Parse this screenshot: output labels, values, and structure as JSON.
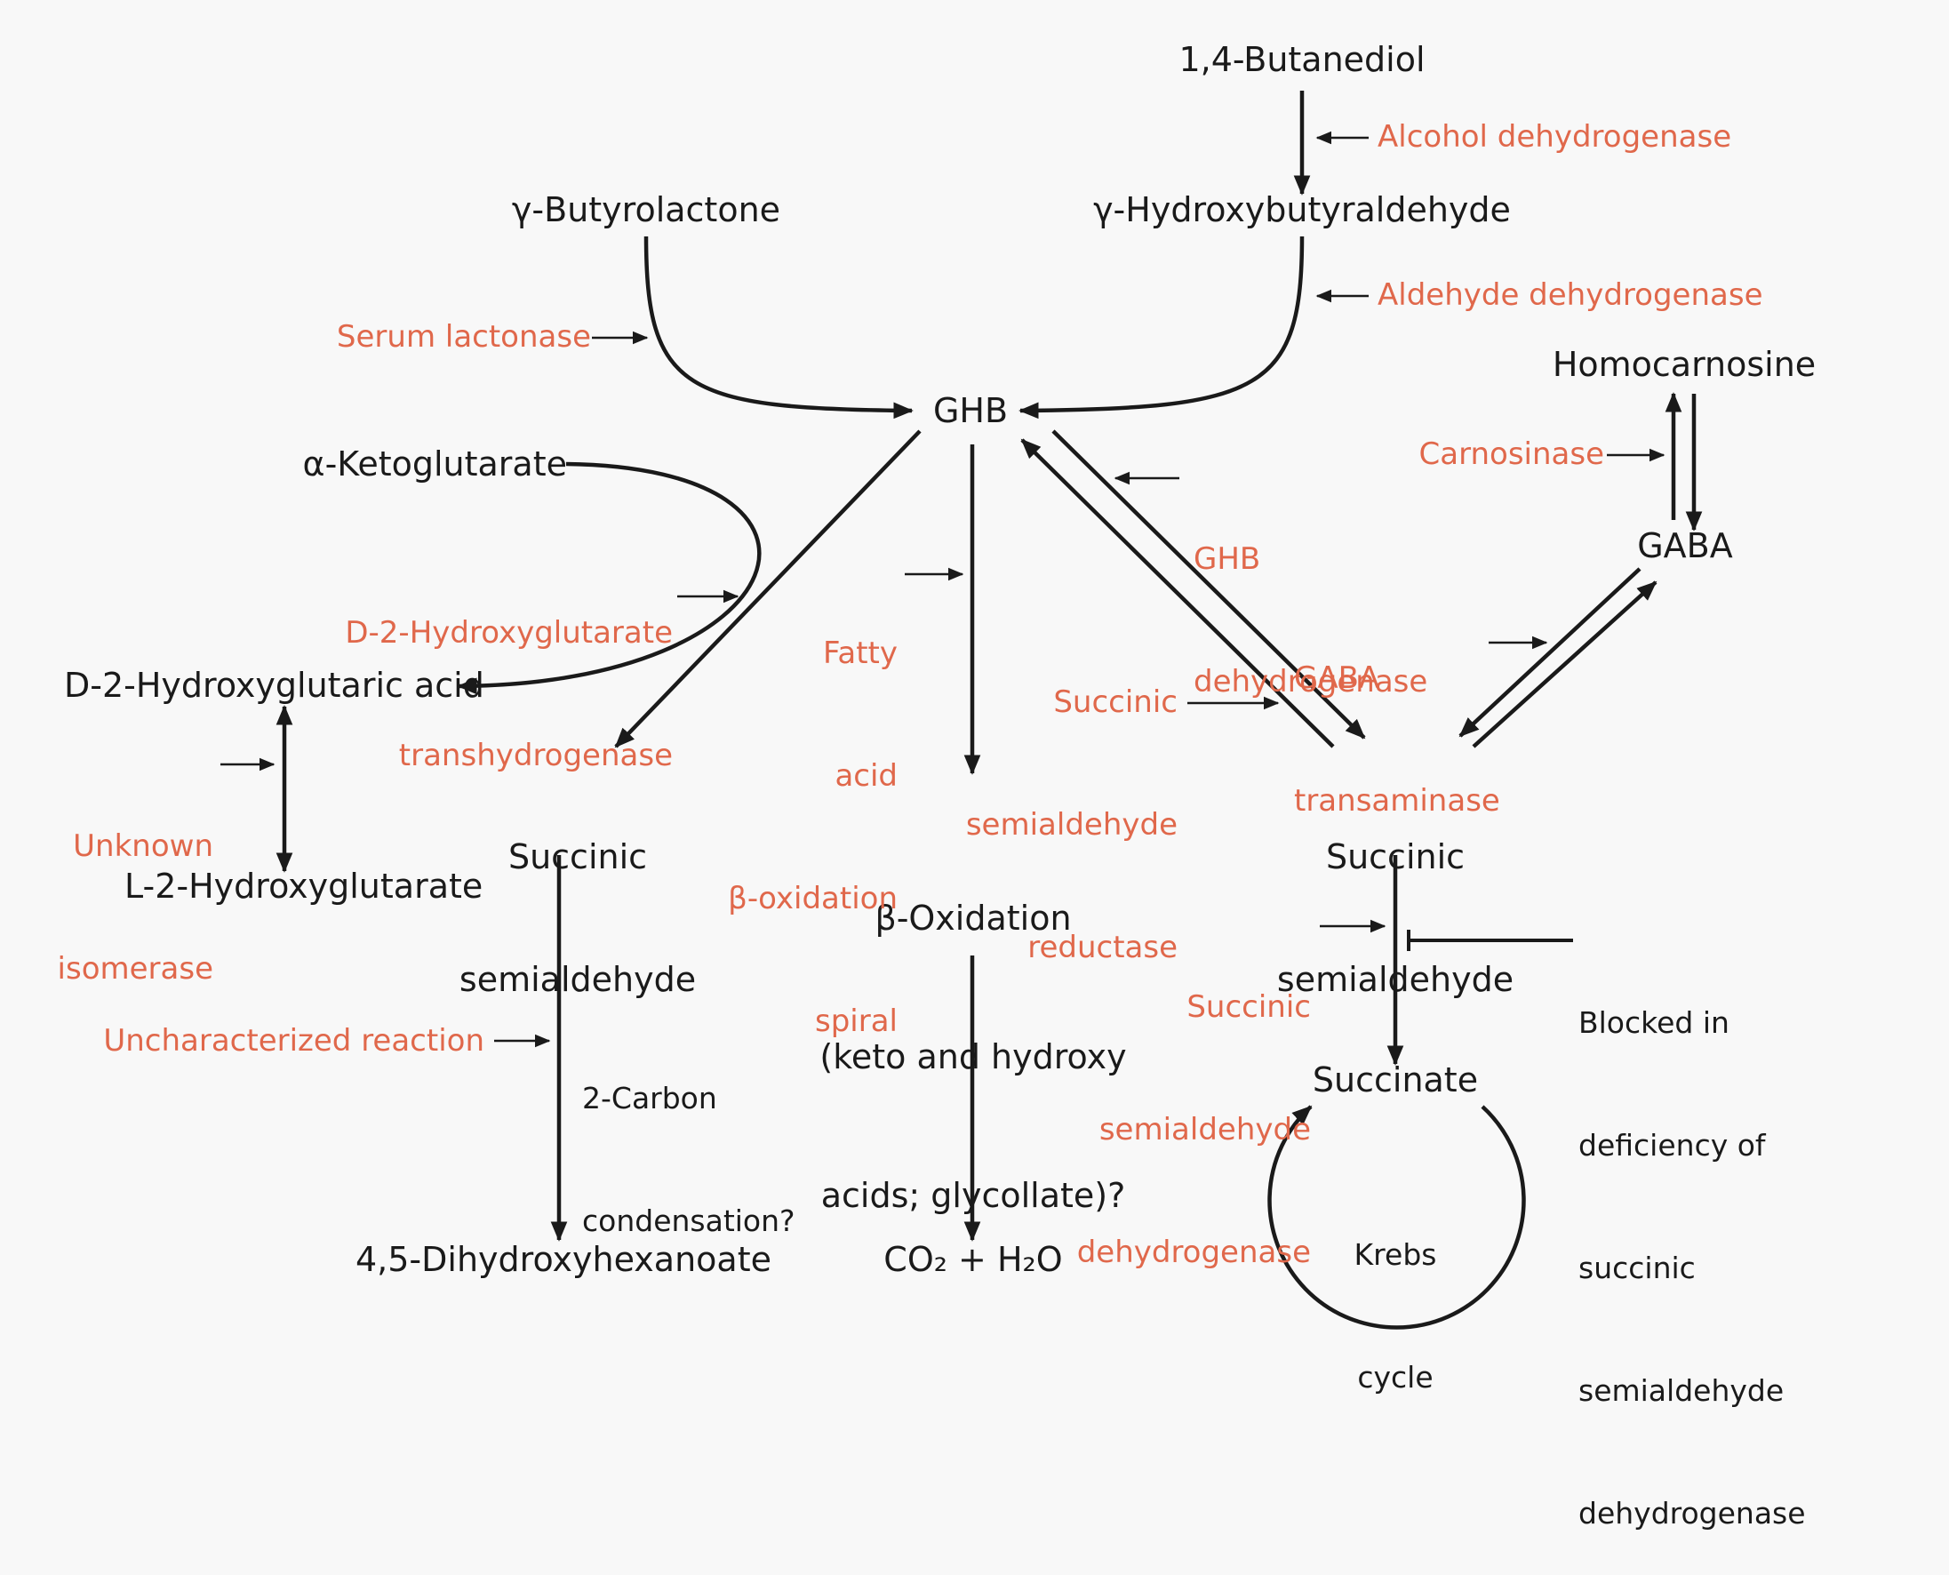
{
  "metabolites": {
    "butanediol": "1,4-Butanediol",
    "butyrolactone": "γ-Butyrolactone",
    "hydroxybutyraldehyde": "γ-Hydroxybutyraldehyde",
    "homocarnosine": "Homocarnosine",
    "ghb": "GHB",
    "ketoglutarate": "α-Ketoglutarate",
    "gaba": "GABA",
    "d2hg_acid": "D-2-Hydroxyglutaric acid",
    "ssa_left": [
      "Succinic",
      "semialdehyde"
    ],
    "ssa_right": [
      "Succinic",
      "semialdehyde"
    ],
    "beta_oxidation": [
      "β-Oxidation",
      "(keto and hydroxy",
      "acids; glycollate)?"
    ],
    "l2hg": "L-2-Hydroxyglutarate",
    "succinate": "Succinate",
    "dihydroxyhexanoate": "4,5-Dihydroxyhexanoate",
    "co2_h2o": "CO₂ + H₂O"
  },
  "enzymes": {
    "alcohol_dh": "Alcohol dehydrogenase",
    "aldehyde_dh": "Aldehyde dehydrogenase",
    "serum_lactonase": "Serum lactonase",
    "carnosinase": "Carnosinase",
    "ghb_dh": [
      "GHB",
      "dehydrogenase"
    ],
    "d2hg_transhydrogenase": [
      "D-2-Hydroxyglutarate",
      "transhydrogenase"
    ],
    "fatty_acid": [
      "Fatty",
      "acid",
      "β-oxidation",
      "spiral"
    ],
    "ssa_reductase": [
      "Succinic",
      "semialdehyde",
      "reductase"
    ],
    "gaba_transaminase": [
      "GABA",
      "transaminase"
    ],
    "unknown_isomerase": [
      "Unknown",
      "isomerase"
    ],
    "ssadh": [
      "Succinic",
      "semialdehyde",
      "dehydrogenase"
    ],
    "uncharacterized": "Uncharacterized reaction"
  },
  "notes": {
    "carbon_condensation": [
      "2-Carbon",
      "condensation?"
    ],
    "blocked": [
      "Blocked in",
      "deficiency of",
      "succinic",
      "semialdehyde",
      "dehydrogenase"
    ],
    "krebs": [
      "Krebs",
      "cycle"
    ]
  },
  "colors": {
    "enzyme": "#e0684b",
    "metabolite": "#1a1a1a",
    "background": "#f8f8f8"
  }
}
